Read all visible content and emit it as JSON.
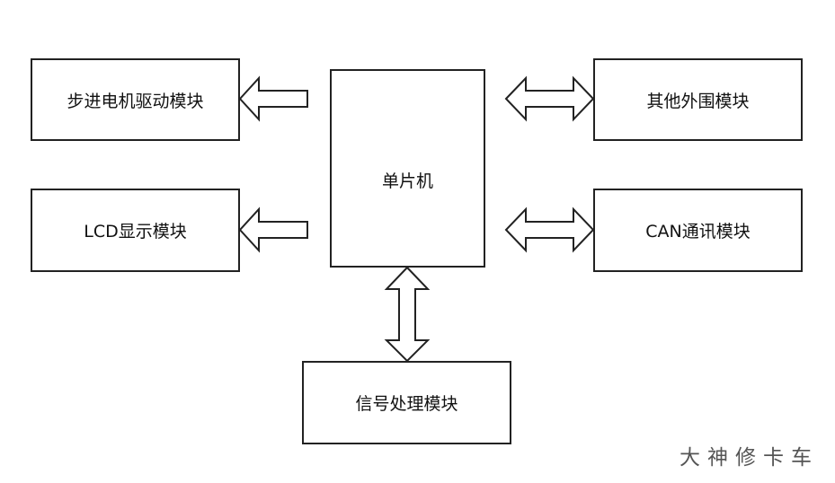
{
  "diagram": {
    "nodes": {
      "mcu": "单片机",
      "stepper": "步进电机驱动模块",
      "lcd": "LCD显示模块",
      "peripheral": "其他外围模块",
      "can": "CAN通讯模块",
      "signal": "信号处理模块"
    },
    "edges": [
      {
        "from": "mcu",
        "to": "stepper",
        "direction": "one-way"
      },
      {
        "from": "mcu",
        "to": "lcd",
        "direction": "one-way"
      },
      {
        "from": "mcu",
        "to": "peripheral",
        "direction": "two-way"
      },
      {
        "from": "mcu",
        "to": "can",
        "direction": "two-way"
      },
      {
        "from": "mcu",
        "to": "signal",
        "direction": "two-way"
      }
    ]
  },
  "watermark": "大神修卡车"
}
